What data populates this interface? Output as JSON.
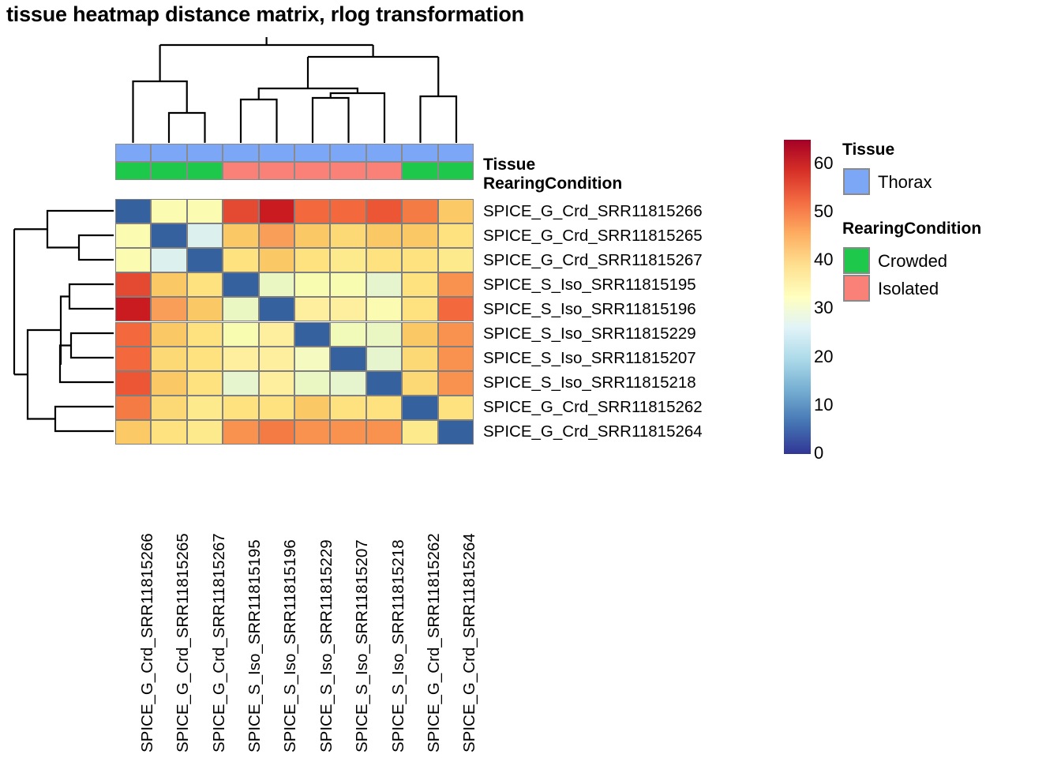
{
  "title": "tissue heatmap distance matrix, rlog transformation",
  "chart_data": {
    "type": "heatmap",
    "title": "tissue heatmap distance matrix, rlog transformation",
    "xlabel": "",
    "ylabel": "",
    "colormap": "RdYlBu reversed",
    "zlim": [
      0,
      65
    ],
    "colorbar_ticks": [
      "0",
      "10",
      "20",
      "30",
      "40",
      "50",
      "60"
    ],
    "colorbar_tick_values": [
      0,
      10,
      20,
      30,
      40,
      50,
      60
    ],
    "row_labels": [
      "SPICE_G_Crd_SRR11815266",
      "SPICE_G_Crd_SRR11815265",
      "SPICE_G_Crd_SRR11815267",
      "SPICE_S_Iso_SRR11815195",
      "SPICE_S_Iso_SRR11815196",
      "SPICE_S_Iso_SRR11815229",
      "SPICE_S_Iso_SRR11815207",
      "SPICE_S_Iso_SRR11815218",
      "SPICE_G_Crd_SRR11815262",
      "SPICE_G_Crd_SRR11815264"
    ],
    "col_labels": [
      "SPICE_G_Crd_SRR11815266",
      "SPICE_G_Crd_SRR11815265",
      "SPICE_G_Crd_SRR11815267",
      "SPICE_S_Iso_SRR11815195",
      "SPICE_S_Iso_SRR11815196",
      "SPICE_S_Iso_SRR11815229",
      "SPICE_S_Iso_SRR11815207",
      "SPICE_S_Iso_SRR11815218",
      "SPICE_G_Crd_SRR11815262",
      "SPICE_G_Crd_SRR11815264"
    ],
    "values": [
      [
        0,
        31,
        31,
        55,
        63,
        50,
        50,
        54,
        49,
        41
      ],
      [
        31,
        0,
        22,
        41,
        46,
        40,
        38,
        40,
        40,
        37
      ],
      [
        31,
        22,
        0,
        38,
        41,
        38,
        37,
        38,
        38,
        37
      ],
      [
        55,
        41,
        38,
        0,
        28,
        31,
        31,
        28,
        38,
        47
      ],
      [
        63,
        46,
        41,
        28,
        0,
        34,
        34,
        32,
        39,
        49
      ],
      [
        50,
        40,
        38,
        31,
        34,
        0,
        30,
        28,
        42,
        47
      ],
      [
        50,
        38,
        37,
        31,
        34,
        30,
        0,
        28,
        40,
        47
      ],
      [
        54,
        40,
        38,
        28,
        32,
        28,
        28,
        0,
        40,
        47
      ],
      [
        49,
        40,
        38,
        38,
        39,
        42,
        40,
        40,
        0,
        36
      ],
      [
        41,
        37,
        37,
        47,
        49,
        47,
        47,
        47,
        36,
        0
      ]
    ],
    "cell_colors": [
      [
        "#35629f",
        "#fbfbb2",
        "#fbfbb2",
        "#e44a32",
        "#ca1b20",
        "#f4683d",
        "#f4683d",
        "#ec5635",
        "#f57b45",
        "#fcc967"
      ],
      [
        "#fbfbb2",
        "#35629f",
        "#dcf0ee",
        "#fbc866",
        "#f89e59",
        "#fbc866",
        "#fdd976",
        "#fbc866",
        "#fbc866",
        "#fde27f"
      ],
      [
        "#fbfbb2",
        "#dcf0ee",
        "#35629f",
        "#fde27f",
        "#fbc866",
        "#fde27f",
        "#fdea8c",
        "#fde27f",
        "#fde27f",
        "#fdea8c"
      ],
      [
        "#e44a32",
        "#fbc866",
        "#fde27f",
        "#35629f",
        "#eaf7c3",
        "#f8fcb0",
        "#f8fcb0",
        "#e6f5cd",
        "#fde27f",
        "#f9914f"
      ],
      [
        "#ca1b20",
        "#f89e59",
        "#fbc866",
        "#eaf7c3",
        "#35629f",
        "#fdef9e",
        "#fdef9e",
        "#fbfbb2",
        "#fde27f",
        "#f4683d"
      ],
      [
        "#f4683d",
        "#fbc866",
        "#fde27f",
        "#f8fcb0",
        "#fdef9e",
        "#35629f",
        "#f2fab9",
        "#eaf7c3",
        "#fbc866",
        "#f9914f"
      ],
      [
        "#f4683d",
        "#fdd976",
        "#fde27f",
        "#fdef9e",
        "#fdef9e",
        "#f5fbc0",
        "#35629f",
        "#e6f5cd",
        "#fdd976",
        "#f9914f"
      ],
      [
        "#ec5635",
        "#fbc866",
        "#fde27f",
        "#e6f5cd",
        "#fdef9e",
        "#eaf7c3",
        "#e6f5cd",
        "#35629f",
        "#fdd976",
        "#f9914f"
      ],
      [
        "#f57b45",
        "#fdd976",
        "#fdea8c",
        "#fde27f",
        "#fde27f",
        "#fbc866",
        "#fde27f",
        "#fde27f",
        "#35629f",
        "#fde27f"
      ],
      [
        "#fcc967",
        "#fde27f",
        "#fdea8c",
        "#f9914f",
        "#f57b45",
        "#f9914f",
        "#f9914f",
        "#f9914f",
        "#fdea8c",
        "#35629f"
      ]
    ],
    "annotations": {
      "rows": [
        {
          "name": "Tissue",
          "values": [
            "Thorax",
            "Thorax",
            "Thorax",
            "Thorax",
            "Thorax",
            "Thorax",
            "Thorax",
            "Thorax",
            "Thorax",
            "Thorax"
          ]
        },
        {
          "name": "RearingCondition",
          "values": [
            "Crowded",
            "Crowded",
            "Crowded",
            "Isolated",
            "Isolated",
            "Isolated",
            "Isolated",
            "Isolated",
            "Crowded",
            "Crowded"
          ]
        }
      ]
    },
    "col_dendrogram": "((c1,(c2,c3)),(((c4,c5),((c6,c7),c8)),(c9,c10)))",
    "row_dendrogram": "((r1,(r2,r3)),(((r4,r5),((r6,r7),r8)),(r9,r10)))"
  },
  "annotation_tracks": [
    {
      "label": "Tissue",
      "colors": [
        "#7ba7f6",
        "#7ba7f6",
        "#7ba7f6",
        "#7ba7f6",
        "#7ba7f6",
        "#7ba7f6",
        "#7ba7f6",
        "#7ba7f6",
        "#7ba7f6",
        "#7ba7f6"
      ]
    },
    {
      "label": "RearingCondition",
      "colors": [
        "#1ec84a",
        "#1ec84a",
        "#1ec84a",
        "#fa8177",
        "#fa8177",
        "#fa8177",
        "#fa8177",
        "#fa8177",
        "#1ec84a",
        "#1ec84a"
      ]
    }
  ],
  "legends": [
    {
      "title": "Tissue",
      "items": [
        {
          "label": "Thorax",
          "color": "#7ba7f6"
        }
      ]
    },
    {
      "title": "RearingCondition",
      "items": [
        {
          "label": "Crowded",
          "color": "#1ec84a"
        },
        {
          "label": "Isolated",
          "color": "#fa8177"
        }
      ]
    }
  ],
  "colorbar": {
    "ticks": [
      "60",
      "50",
      "40",
      "30",
      "20",
      "10",
      "0"
    ],
    "stops": [
      "#a50026",
      "#d73027",
      "#f46d43",
      "#fdae61",
      "#fee090",
      "#ffffbf",
      "#e0f3f8",
      "#abd9e9",
      "#74add1",
      "#4575b4",
      "#313695"
    ]
  }
}
